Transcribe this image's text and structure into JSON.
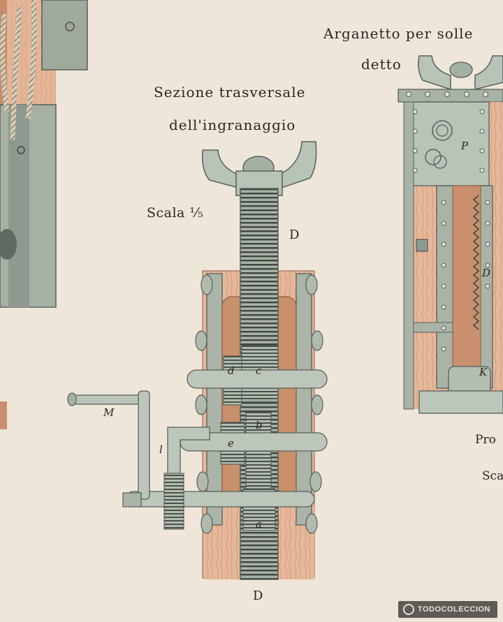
{
  "title_right": "Arganetto per solle",
  "title_right_line2": "detto",
  "title_center_line1": "Sezione trasversale",
  "title_center_line2": "dell'ingranaggio",
  "scale_label": "Scala ¹⁄₅",
  "part_labels": {
    "D_top": "D",
    "D_bottom": "D",
    "M": "M",
    "l": "l",
    "c": "c",
    "d": "d",
    "b": "b",
    "e": "e",
    "a": "a",
    "P": "P",
    "D_right": "D",
    "K": "K"
  },
  "caption_right_1": "Pro",
  "caption_right_2": "Sca",
  "watermark": "TODOCOLECCION",
  "colors": {
    "paper": "#efe6da",
    "steel": "#b9c4b8",
    "steel_dark": "#7c8a80",
    "wood": "#e2b393",
    "wood_dark": "#c98f6e",
    "ink": "#2a2520"
  }
}
